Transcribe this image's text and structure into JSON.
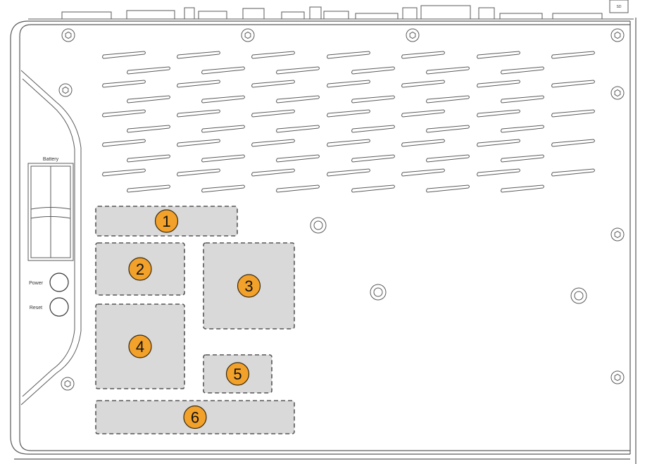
{
  "labels": {
    "battery": "Battery",
    "power": "Power",
    "reset": "Reset",
    "top_connector": "SD"
  },
  "zones": [
    {
      "number": "1"
    },
    {
      "number": "2"
    },
    {
      "number": "3"
    },
    {
      "number": "4"
    },
    {
      "number": "5"
    },
    {
      "number": "6"
    }
  ],
  "colors": {
    "line": "#5a5a5a",
    "zone_fill": "#d9d9d9",
    "zone_border": "#555555",
    "badge_fill": "#f2a12a",
    "badge_stroke": "#3a2a10"
  }
}
